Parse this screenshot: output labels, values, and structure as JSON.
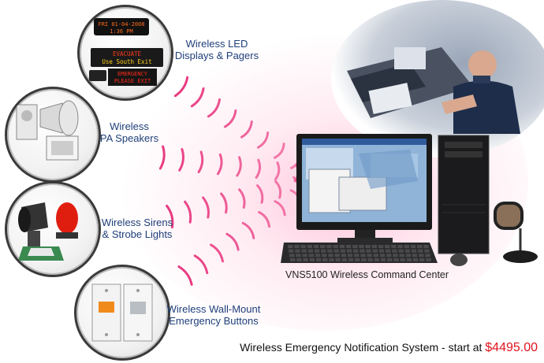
{
  "devices": [
    {
      "label_lines": [
        "Wireless LED",
        "Displays & Pagers"
      ]
    },
    {
      "label_lines": [
        "Wireless",
        "PA Speakers"
      ]
    },
    {
      "label_lines": [
        "Wireless Sirens",
        "& Strobe Lights"
      ]
    },
    {
      "label_lines": [
        "Wireless Wall-Mount",
        "Emergency Buttons"
      ]
    }
  ],
  "led_display": {
    "line1": "FRI 01-04-2008",
    "line2": "1:36 PM",
    "line3": "EVACUATE",
    "line4": "Use South Exit",
    "line5": "EMERGENCY",
    "line6": "PLEASE EXIT"
  },
  "command_center_caption": "VNS5100 Wireless Command Center",
  "footer": {
    "text": "Wireless Emergency Notification System - start at ",
    "price": "$4495.00"
  },
  "colors": {
    "label_blue": "#1f3f7a",
    "wave_pink": "#e8307a",
    "price_red": "#e0141e"
  }
}
